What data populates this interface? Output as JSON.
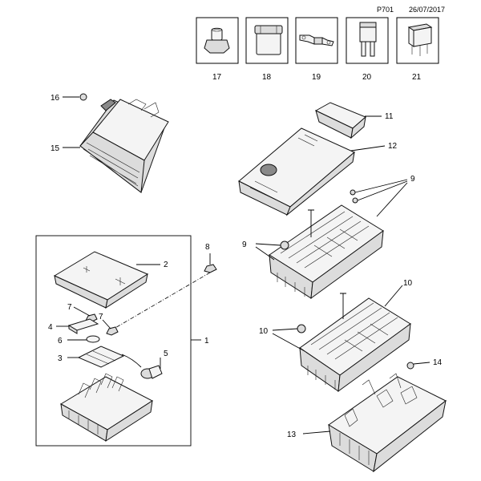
{
  "header": {
    "code": "P701",
    "date": "26/07/2017"
  },
  "legend_boxes": [
    {
      "number": "17",
      "icon": "nut-icon"
    },
    {
      "number": "18",
      "icon": "maxi-fuse-icon"
    },
    {
      "number": "19",
      "icon": "strip-fuse-icon"
    },
    {
      "number": "20",
      "icon": "mini-fuse-icon"
    },
    {
      "number": "21",
      "icon": "relay-icon"
    }
  ],
  "callouts": {
    "c1": "1",
    "c2": "2",
    "c3": "3",
    "c4": "4",
    "c5": "5",
    "c6": "6",
    "c7a": "7",
    "c7b": "7",
    "c8": "8",
    "c9a": "9",
    "c9b": "9",
    "c10a": "10",
    "c10b": "10",
    "c11": "11",
    "c12": "12",
    "c13": "13",
    "c14": "14",
    "c15": "15",
    "c16": "16"
  }
}
